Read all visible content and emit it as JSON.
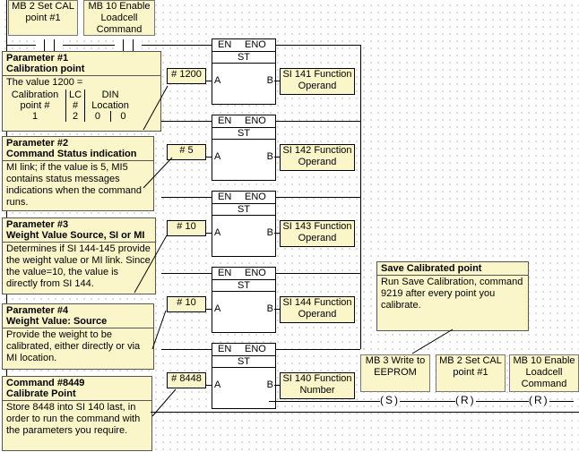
{
  "header_labels": {
    "mb2": "MB 2  Set CAL point #1",
    "mb10": "MB 10  Enable Loadcell Command"
  },
  "block": {
    "en": "EN",
    "eno": "ENO",
    "name": "ST",
    "a": "A",
    "b": "B"
  },
  "rungs": [
    {
      "input": "# 1200",
      "output": "SI 141 Function Operand"
    },
    {
      "input": "# 5",
      "output": "SI 142 Function Operand"
    },
    {
      "input": "# 10",
      "output": "SI 143 Function Operand"
    },
    {
      "input": "# 10",
      "output": "SI 144 Function Operand"
    },
    {
      "input": "# 8448",
      "output": "SI 140 Function Number"
    }
  ],
  "callouts": {
    "p1": {
      "title": "Parameter #1\nCalibration point",
      "body": "The value 1200 =",
      "table": {
        "h1": "Calibration point #",
        "h2": "LC #",
        "h3": "DIN Location",
        "v1": "1",
        "v2": "2",
        "v3": "0",
        "v4": "0"
      }
    },
    "p2": {
      "title": "Parameter #2\nCommand Status indication",
      "body": "MI link; if the value is 5, MI5 contains status messages indications when the command runs."
    },
    "p3": {
      "title": "Parameter #3\nWeight Value Source, SI or MI",
      "body": "Determines if SI 144-145 provide the weight value or MI link. Since the value=10, the value is directly from SI 144."
    },
    "p4": {
      "title": "Parameter #4\nWeight Value: Source",
      "body": "Provide the weight to be calibrated, either directly or via MI location."
    },
    "cmd": {
      "title": "Command #8449\nCalibrate Point",
      "body": "Store 8448 into SI 140 last, in order to run the command with the parameters you require."
    },
    "save": {
      "title": "Save Calibrated point",
      "body": "Run Save Calibration, command 9219 after every point you calibrate."
    }
  },
  "coils": [
    {
      "label": "MB 3  Write to EEPROM",
      "symbol": "(S)"
    },
    {
      "label": "MB 2  Set CAL point #1",
      "symbol": "(R)"
    },
    {
      "label": "MB 10  Enable Loadcell Command",
      "symbol": "(R)"
    }
  ]
}
